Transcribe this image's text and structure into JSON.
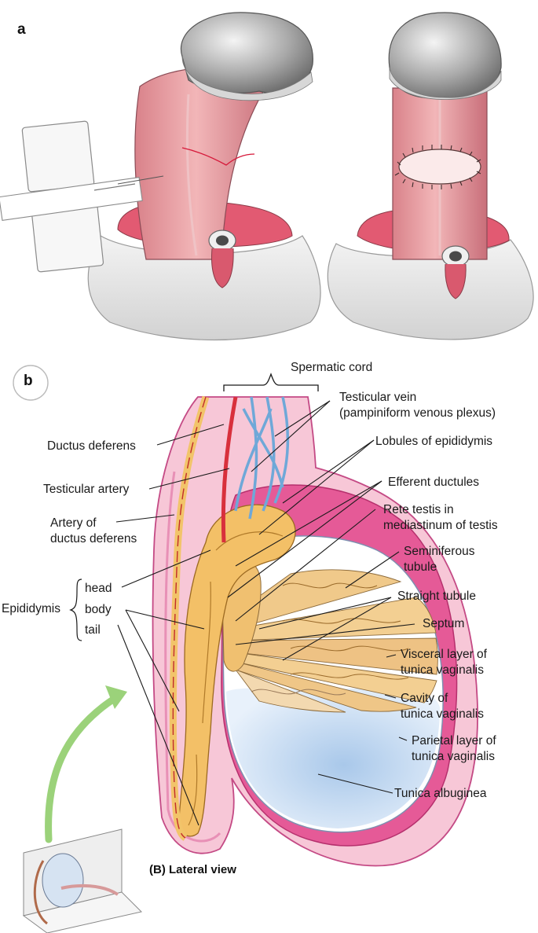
{
  "panel_a": {
    "letter": "a"
  },
  "panel_b": {
    "letter": "b",
    "caption": "(B) Lateral view",
    "labels": {
      "spermatic_cord": "Spermatic cord",
      "testicular_vein_1": "Testicular vein",
      "testicular_vein_2": "(pampiniform venous plexus)",
      "ductus_deferens": "Ductus deferens",
      "lobules": "Lobules of epididymis",
      "efferent": "Efferent ductules",
      "testicular_artery": "Testicular artery",
      "rete_1": "Rete testis in",
      "rete_2": "mediastinum of testis",
      "artery_dd_1": "Artery of",
      "artery_dd_2": "ductus deferens",
      "seminiferous_1": "Seminiferous",
      "seminiferous_2": "tubule",
      "epididymis": "Epididymis",
      "head": "head",
      "body": "body",
      "tail": "tail",
      "straight": "Straight tubule",
      "septum": "Septum",
      "visceral_1": "Visceral layer of",
      "visceral_2": "tunica vaginalis",
      "cavity_1": "Cavity of",
      "cavity_2": "tunica vaginalis",
      "parietal_1": "Parietal layer of",
      "parietal_2": "tunica vaginalis",
      "albuginea": "Tunica albuginea"
    }
  }
}
